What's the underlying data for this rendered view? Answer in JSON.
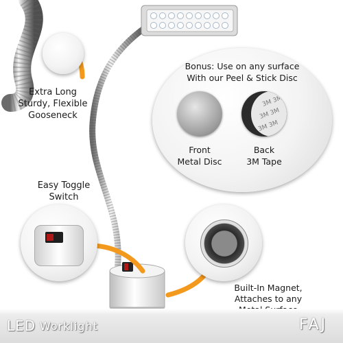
{
  "callouts": {
    "gooseneck": [
      "Extra Long",
      "Sturdy, Flexible",
      "Gooseneck"
    ],
    "switch": [
      "Easy Toggle",
      "Switch"
    ],
    "magnet": [
      "Built-In Magnet,",
      "Attaches to any",
      "Metal Surface"
    ],
    "bonus": [
      "Bonus: Use on any surface",
      "With our Peel & Stick Disc"
    ],
    "front_disc": [
      "Front",
      "Metal Disc"
    ],
    "back_disc": [
      "Back",
      "3M Tape"
    ]
  },
  "brand": {
    "led": "LED",
    "worklight": "Worklight",
    "logo": "FAJ"
  },
  "colors": {
    "arrow_orange": "#f39a1e",
    "brand_text": "#d8d8d8"
  },
  "icons": [
    "led-panel-icon",
    "gooseneck-icon",
    "toggle-switch-icon",
    "magnet-icon",
    "metal-disc-icon",
    "tape-disc-icon",
    "arrow-icon"
  ]
}
